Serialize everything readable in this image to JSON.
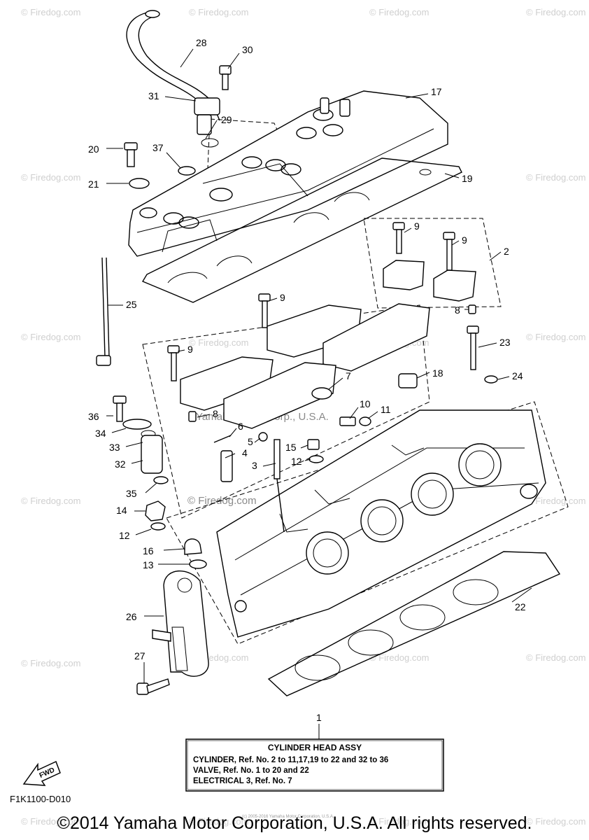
{
  "watermark": "© Firedog.com",
  "center_watermark": "Yamaha Motor Corp., U.S.A.",
  "callouts": [
    "28",
    "30",
    "31",
    "17",
    "29",
    "20",
    "37",
    "21",
    "19",
    "9",
    "9",
    "2",
    "25",
    "9",
    "8",
    "9",
    "23",
    "9",
    "24",
    "18",
    "7",
    "36",
    "8",
    "10",
    "11",
    "34",
    "6",
    "33",
    "5",
    "15",
    "4",
    "12",
    "32",
    "3",
    "35",
    "14",
    "12",
    "16",
    "13",
    "26",
    "22",
    "27",
    "1"
  ],
  "legend_box": {
    "title": "CYLINDER HEAD ASSY",
    "lines": [
      "CYLINDER, Ref. No. 2 to 11,17,19 to 22 and 32 to 36",
      "VALVE, Ref. No. 1 to 20 and 22",
      "ELECTRICAL 3, Ref. No. 7"
    ]
  },
  "fwd_label": "FWD",
  "diagram_code": "F1K1100-D010",
  "tiny_notice": "(c) 2005-2016 Yamaha Motor Corporation, U.S.A.",
  "copyright": "©2014 Yamaha Motor Corporation, U.S.A. All rights reserved."
}
